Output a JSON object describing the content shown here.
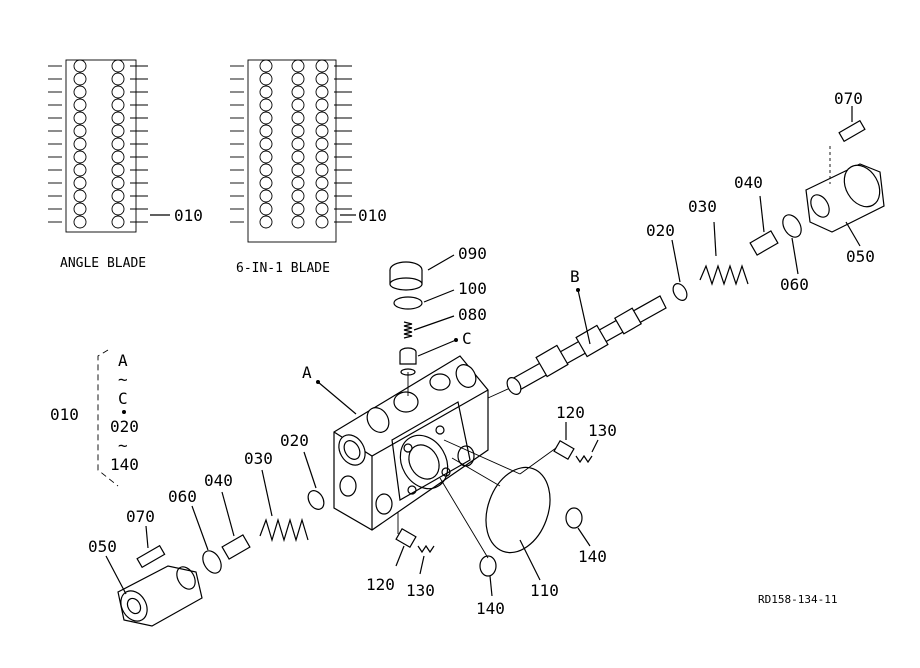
{
  "captions": {
    "angle_blade": "ANGLE BLADE",
    "six_in_one_blade": "6-IN-1 BLADE"
  },
  "callouts": {
    "p010_angle": "010",
    "p010_six": "010",
    "p010_left": "010",
    "p090": "090",
    "p100": "100",
    "p080": "080",
    "pC": "C",
    "pA": "A",
    "pB": "B",
    "p020_right": "020",
    "p030_right": "030",
    "p040_right": "040",
    "p070_right": "070",
    "p050_right": "050",
    "p060_right": "060",
    "p120_right": "120",
    "p130_right": "130",
    "p140_right": "140",
    "p110": "110",
    "p140_bottom": "140",
    "p120_bottom": "120",
    "p130_bottom": "130",
    "p020_left": "020",
    "p030_left": "030",
    "p040_left": "040",
    "p060_left": "060",
    "p070_left": "070",
    "p050_left": "050"
  },
  "range_bracket": {
    "from": "A",
    "tilde1": "~",
    "to": "C",
    "start": "020",
    "tilde2": "~",
    "end": "140"
  },
  "drawing_code": "RD158-134-11"
}
